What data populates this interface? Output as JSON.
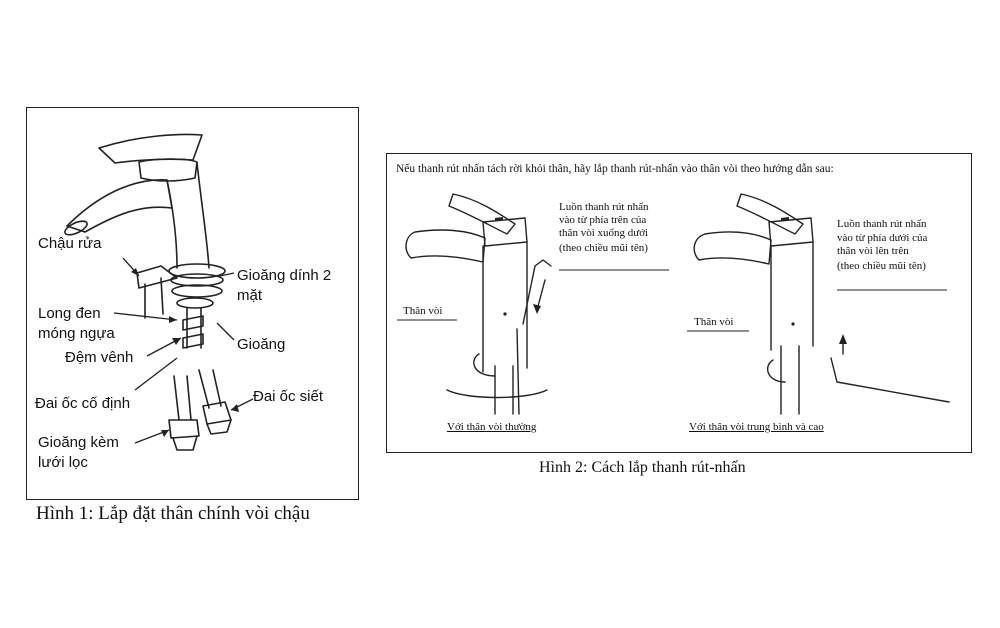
{
  "figure1": {
    "caption": "Hình 1: Lắp đặt thân chính vòi chậu",
    "labels": {
      "chau_rua": "Chậu rửa",
      "gioang_dinh_1": "Gioăng dính 2",
      "gioang_dinh_2": "mặt",
      "long_den_1": "Long đen",
      "long_den_2": "móng ngựa",
      "gioang": "Gioăng",
      "dem_venh": "Đệm vênh",
      "dai_oc_siet": "Đai ốc siết",
      "dai_oc_co_dinh": "Đai ốc cố định",
      "gioang_kem_1": "Gioăng kèm",
      "gioang_kem_2": "lưới lọc"
    }
  },
  "figure2": {
    "intro": "Nếu thanh rút nhấn tách rời khỏi thân, hãy lắp thanh rút-nhấn vào thân vòi theo hướng dẫn sau:",
    "left": {
      "instr": [
        "Luồn thanh rút nhấn",
        "vào từ phía trên của",
        "thân vòi xuống dưới",
        "(theo chiều mũi tên)"
      ],
      "body_label": "Thân vòi",
      "sub_caption": "Với thân vòi thường"
    },
    "right": {
      "instr": [
        "Luồn thanh rút nhấn",
        "vào từ phía dưới của",
        "thân vòi lên trên",
        "(theo chiều mũi tên)"
      ],
      "body_label": "Thân vòi",
      "sub_caption": "Với thân vòi trung bình và cao"
    },
    "caption": "Hình 2: Cách lắp thanh rút-nhấn"
  }
}
